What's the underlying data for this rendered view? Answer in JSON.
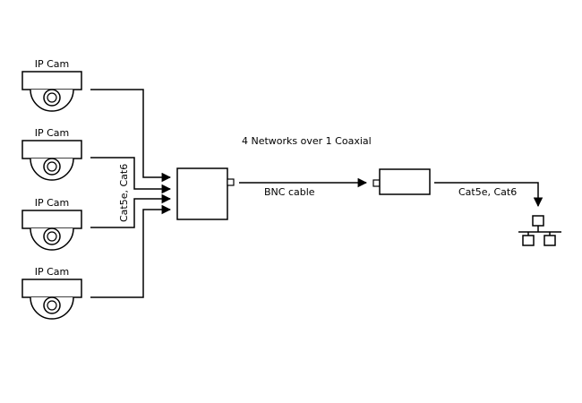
{
  "cameras": [
    {
      "label": "IP Cam"
    },
    {
      "label": "IP Cam"
    },
    {
      "label": "IP Cam"
    },
    {
      "label": "IP Cam"
    }
  ],
  "labels": {
    "left_cable": "Cat5e, Cat6",
    "coax_title": "4 Networks over 1 Coaxial",
    "bnc_cable": "BNC cable",
    "right_cable": "Cat5e, Cat6"
  },
  "icons": {
    "camera": "dome-camera-icon",
    "network": "network-icon"
  },
  "colors": {
    "stroke": "#000000",
    "background": "#ffffff"
  }
}
